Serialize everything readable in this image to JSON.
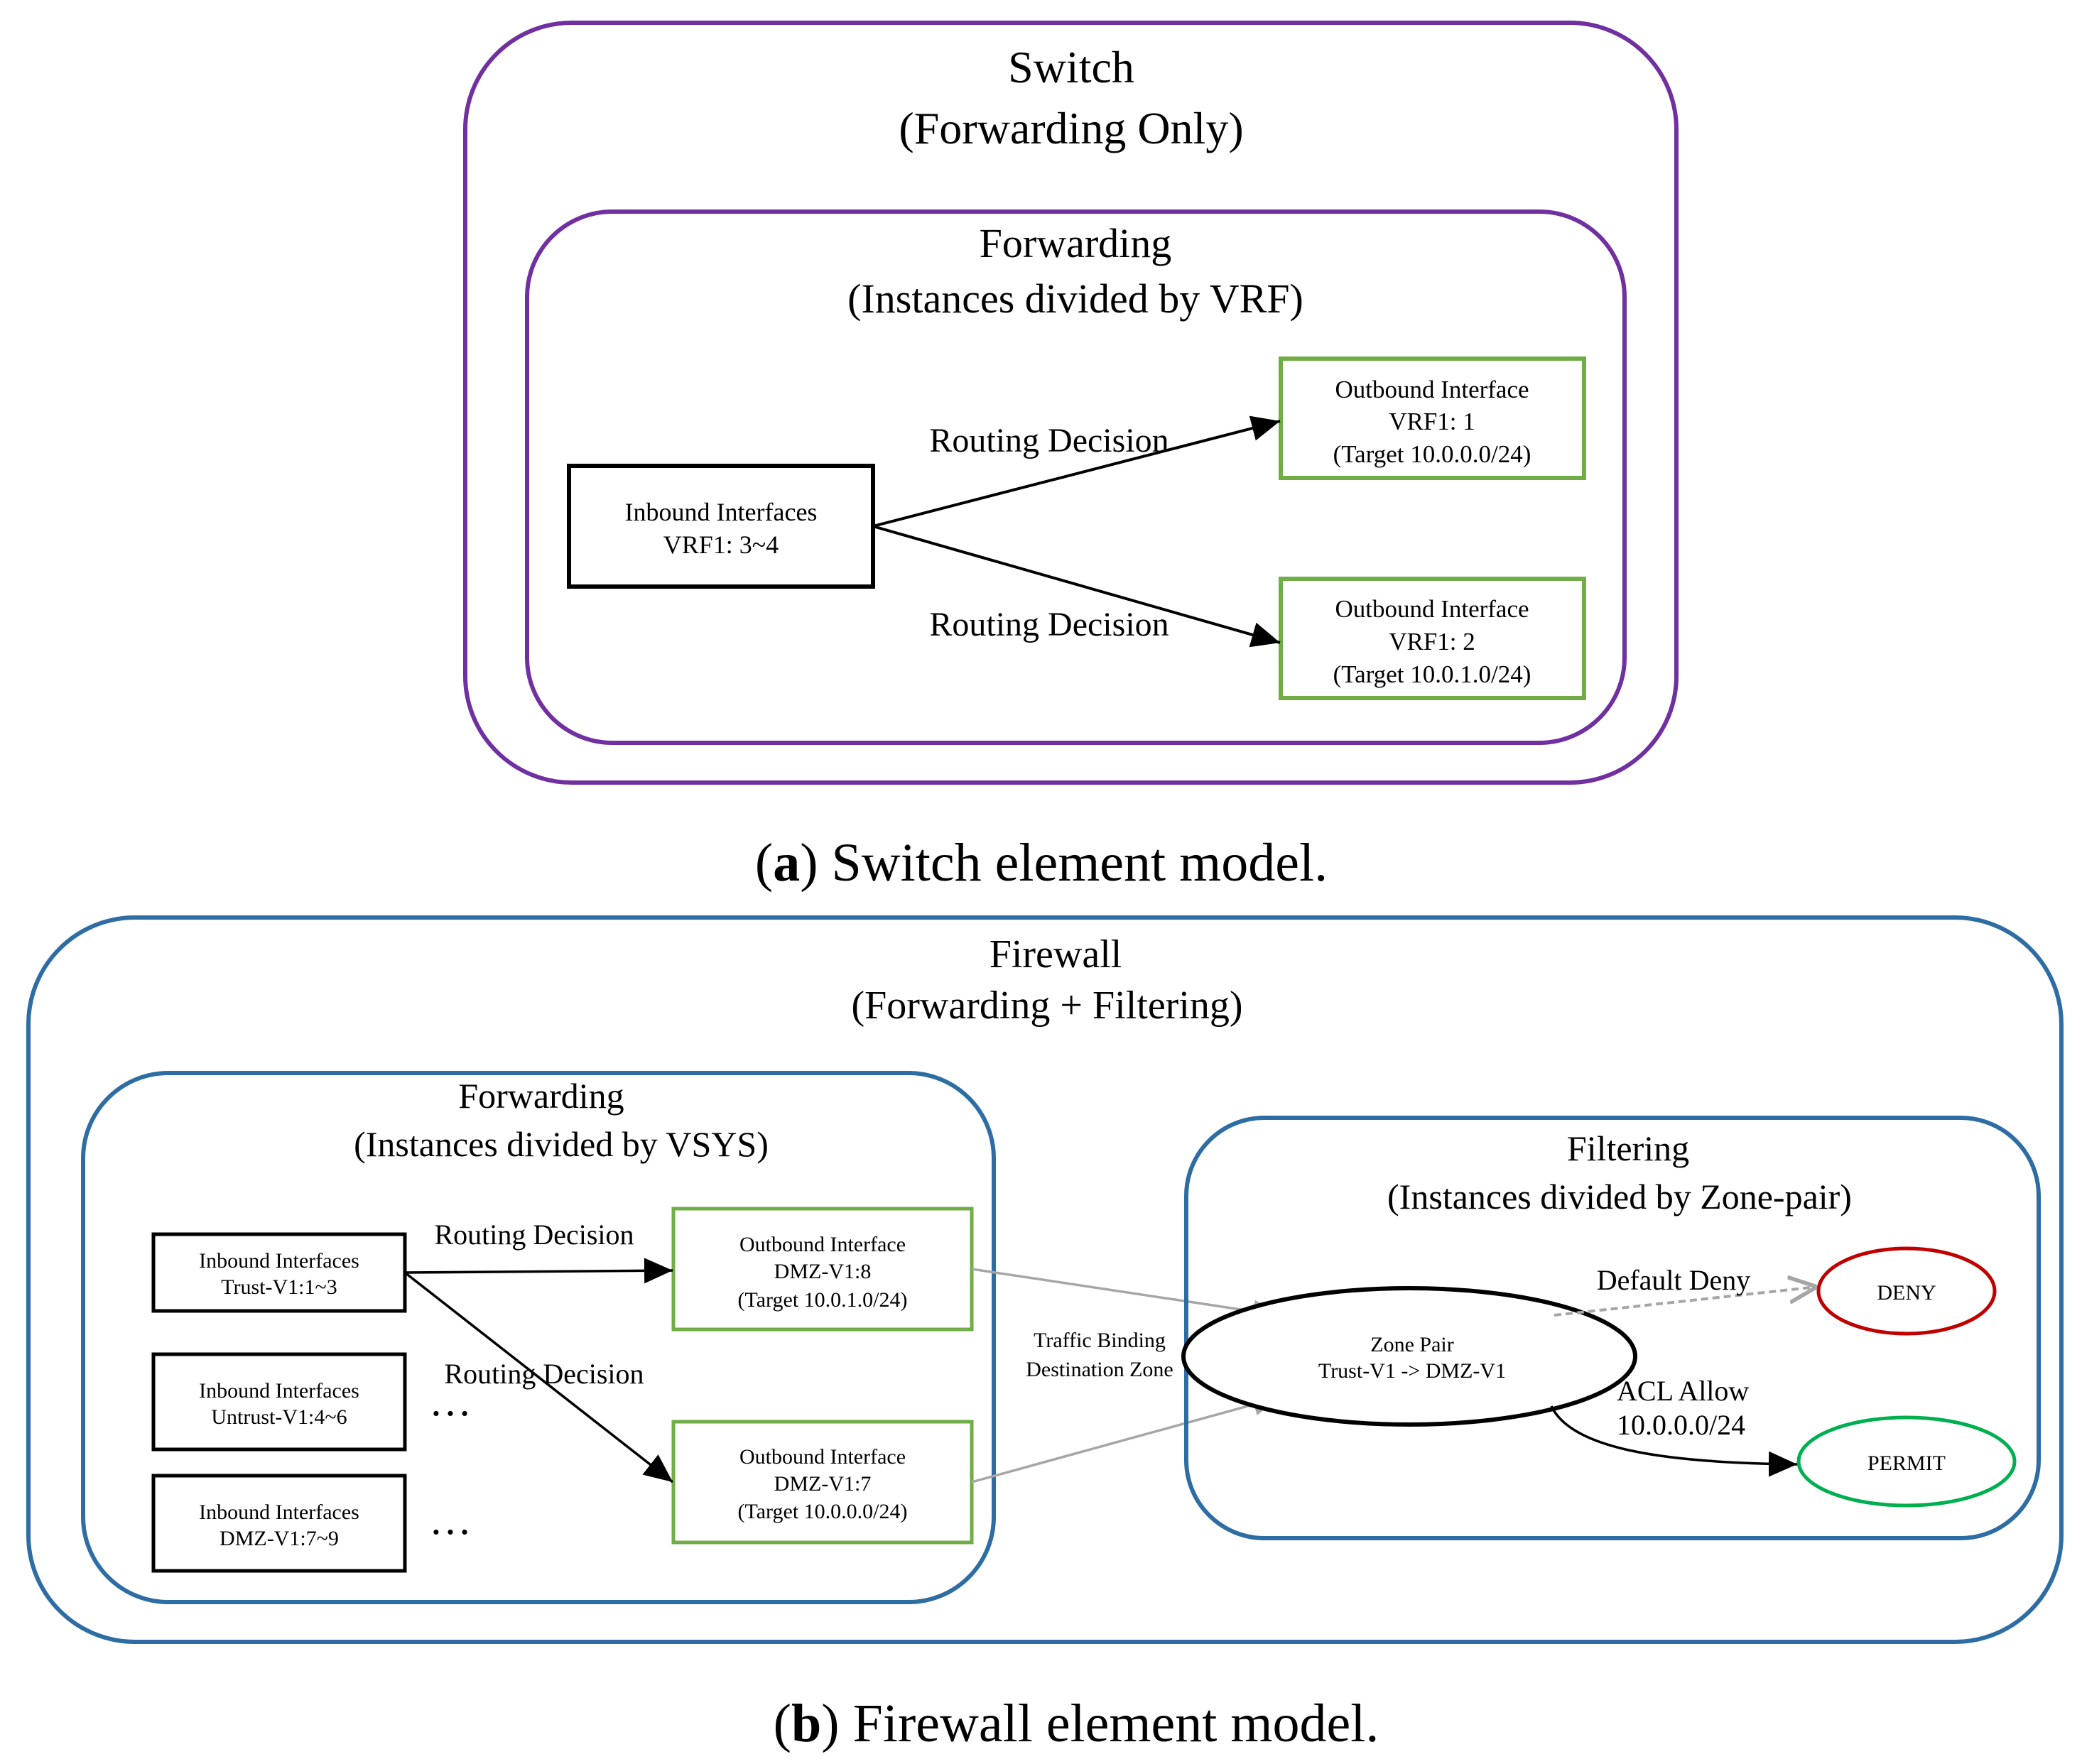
{
  "colors": {
    "switch_border": "#7030A0",
    "firewall_border": "#2E6DA4",
    "outbound_border": "#70AD47",
    "deny_border": "#C00000",
    "permit_border": "#00B050",
    "edge_black": "#000000",
    "edge_gray": "#A6A6A6"
  },
  "switch": {
    "title_line1": "Switch",
    "title_line2": "(Forwarding Only)",
    "forwarding": {
      "title_line1": "Forwarding",
      "title_line2": "(Instances divided by VRF)",
      "inbound": {
        "line1": "Inbound Interfaces",
        "line2": "VRF1: 3~4"
      },
      "outbound1": {
        "line1": "Outbound Interface",
        "line2": "VRF1: 1",
        "line3": "(Target 10.0.0.0/24)"
      },
      "outbound2": {
        "line1": "Outbound Interface",
        "line2": "VRF1: 2",
        "line3": "(Target 10.0.1.0/24)"
      },
      "edge1_label": "Routing Decision",
      "edge2_label": "Routing Decision"
    },
    "caption": {
      "letter": "a",
      "text": ") Switch element model.",
      "open": "("
    }
  },
  "firewall": {
    "title_line1": "Firewall",
    "title_line2": "(Forwarding + Filtering)",
    "forwarding": {
      "title_line1": "Forwarding",
      "title_line2": "(Instances divided by VSYS)",
      "inbound1": {
        "line1": "Inbound Interfaces",
        "line2": "Trust-V1:1~3"
      },
      "inbound2": {
        "line1": "Inbound Interfaces",
        "line2": "Untrust-V1:4~6"
      },
      "inbound3": {
        "line1": "Inbound Interfaces",
        "line2": "DMZ-V1:7~9"
      },
      "outbound1": {
        "line1": "Outbound Interface",
        "line2": "DMZ-V1:8",
        "line3": "(Target 10.0.1.0/24)"
      },
      "outbound2": {
        "line1": "Outbound Interface",
        "line2": "DMZ-V1:7",
        "line3": "(Target 10.0.0.0/24)"
      },
      "edge1_label": "Routing Decision",
      "edge2_label": "Routing Decision",
      "ellipsis1": "…",
      "ellipsis2": "…"
    },
    "binding_label_line1": "Traffic Binding",
    "binding_label_line2": "Destination Zone",
    "filtering": {
      "title_line1": "Filtering",
      "title_line2": "(Instances divided by Zone-pair)",
      "zone_pair": {
        "line1": "Zone Pair",
        "line2": "Trust-V1 -> DMZ-V1"
      },
      "deny": "DENY",
      "permit": "PERMIT",
      "deny_edge_label": "Default Deny",
      "allow_edge_label_line1": "ACL Allow",
      "allow_edge_label_line2": "10.0.0.0/24"
    },
    "caption": {
      "letter": "b",
      "text": ") Firewall element model.",
      "open": "("
    }
  }
}
